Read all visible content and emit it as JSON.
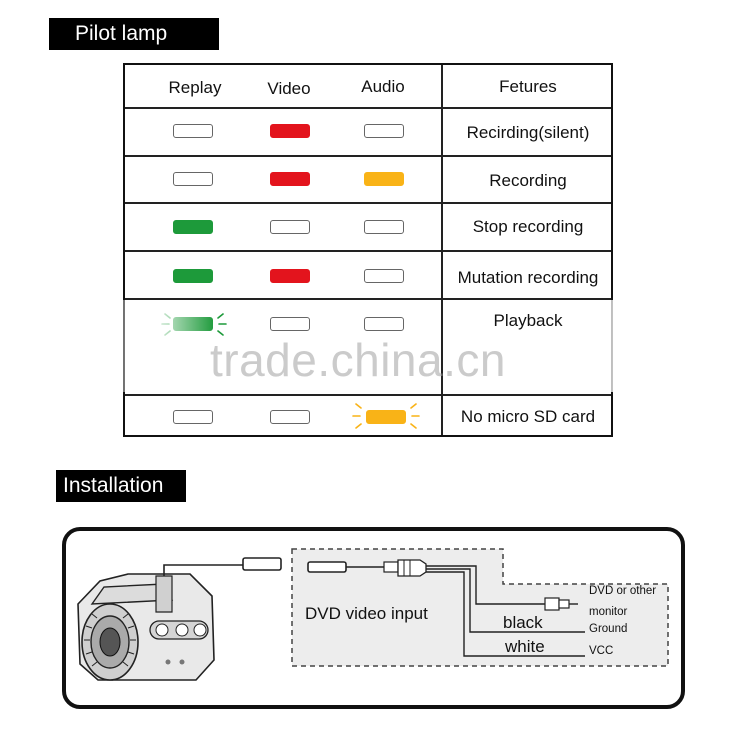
{
  "pilot_lamp": {
    "title": "Pilot lamp",
    "headers": [
      "Replay",
      "Video",
      "Audio",
      "Fetures"
    ],
    "rows": [
      {
        "lamps": [
          "off",
          "red",
          "off"
        ],
        "feature": "Recirding(silent)"
      },
      {
        "lamps": [
          "off",
          "red",
          "amber"
        ],
        "feature": "Recording"
      },
      {
        "lamps": [
          "green",
          "off",
          "off"
        ],
        "feature": "Stop recording"
      },
      {
        "lamps": [
          "green",
          "red",
          "off"
        ],
        "feature": "Mutation recording"
      },
      {
        "lamps": [
          "green-flashing",
          "off",
          "off"
        ],
        "feature": "Playback"
      },
      {
        "lamps": [
          "off",
          "off",
          "amber-flashing"
        ],
        "feature": "No micro SD card"
      }
    ],
    "colors": {
      "red": "#e3141d",
      "green": "#1d9a3a",
      "amber": "#f9b317"
    }
  },
  "watermark": "trade.china.cn",
  "installation": {
    "title": "Installation",
    "dvd_input_label": "DVD video input",
    "wire_black": "black",
    "wire_white": "white",
    "dvd_other_line1": "DVD or other",
    "dvd_other_line2": "monitor",
    "ground": "Ground",
    "vcc": "VCC"
  }
}
